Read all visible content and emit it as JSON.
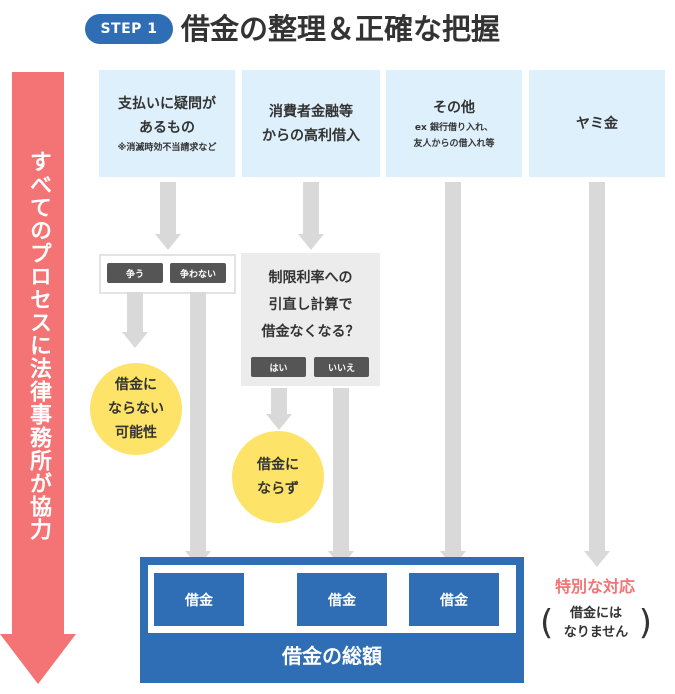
{
  "header": {
    "step": "STEP 1",
    "title": "借金の整理＆正確な把握"
  },
  "side_label": "すべてのプロセスに法律事務所が協力",
  "categories": [
    {
      "lines": [
        "支払いに疑問が",
        "あるもの"
      ],
      "note": [
        "※消滅時効不当請求など"
      ]
    },
    {
      "lines": [
        "消費者金融等",
        "からの高利借入"
      ],
      "note": []
    },
    {
      "lines": [
        "その他"
      ],
      "note": [
        "ex 銀行借り入れ、",
        "友人からの借入れ等"
      ]
    },
    {
      "lines": [
        "ヤミ金"
      ],
      "note": []
    }
  ],
  "dispute": {
    "yes": "争う",
    "no": "争わない"
  },
  "question": {
    "lines": [
      "制限利率への",
      "引直し計算で",
      "借金なくなる？"
    ],
    "yes": "はい",
    "no": "いいえ"
  },
  "outcomes": {
    "not_debt": [
      "借金に",
      "ならない",
      "可能性"
    ],
    "none": [
      "借金に",
      "ならず"
    ]
  },
  "summary": {
    "debt_label": "借金",
    "title": "借金の総額"
  },
  "special": {
    "title": "特別な対応",
    "note": [
      "借金には",
      "なりません"
    ]
  },
  "colors": {
    "blue": "#2f6db4",
    "red": "#f47374",
    "light_blue": "#ddf0fb",
    "yellow": "#fde367",
    "gray_arrow": "#d9d9d9"
  }
}
